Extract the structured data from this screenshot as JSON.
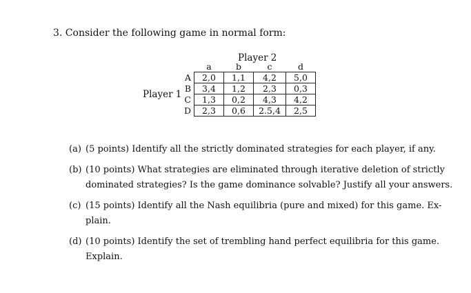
{
  "question": {
    "title": "3. Consider the following game in normal form:"
  },
  "game": {
    "player2_label": "Player 2",
    "player1_label": "Player 1",
    "columns": [
      "a",
      "b",
      "c",
      "d"
    ],
    "rows": [
      {
        "label": "A",
        "cells": [
          "2,0",
          "1,1",
          "4,2",
          "5,0"
        ]
      },
      {
        "label": "B",
        "cells": [
          "3,4",
          "1,2",
          "2,3",
          "0,3"
        ]
      },
      {
        "label": "C",
        "cells": [
          "1,3",
          "0,2",
          "4,3",
          "4,2"
        ]
      },
      {
        "label": "D",
        "cells": [
          "2,3",
          "0,6",
          "2.5,4",
          "2,5"
        ]
      }
    ]
  },
  "parts": [
    {
      "label": "(a)",
      "lines": [
        "(5 points) Identify all the strictly dominated strategies for each player, if any."
      ]
    },
    {
      "label": "(b)",
      "lines": [
        "(10 points) What strategies are eliminated through iterative deletion of strictly",
        "dominated strategies? Is the game dominance solvable? Justify all your answers."
      ]
    },
    {
      "label": "(c)",
      "lines": [
        "(15 points) Identify all the Nash equilibria (pure and mixed) for this game. Ex-",
        "plain."
      ]
    },
    {
      "label": "(d)",
      "lines": [
        "(10 points) Identify the set of trembling hand perfect equilibria for this game.",
        "Explain."
      ]
    }
  ]
}
